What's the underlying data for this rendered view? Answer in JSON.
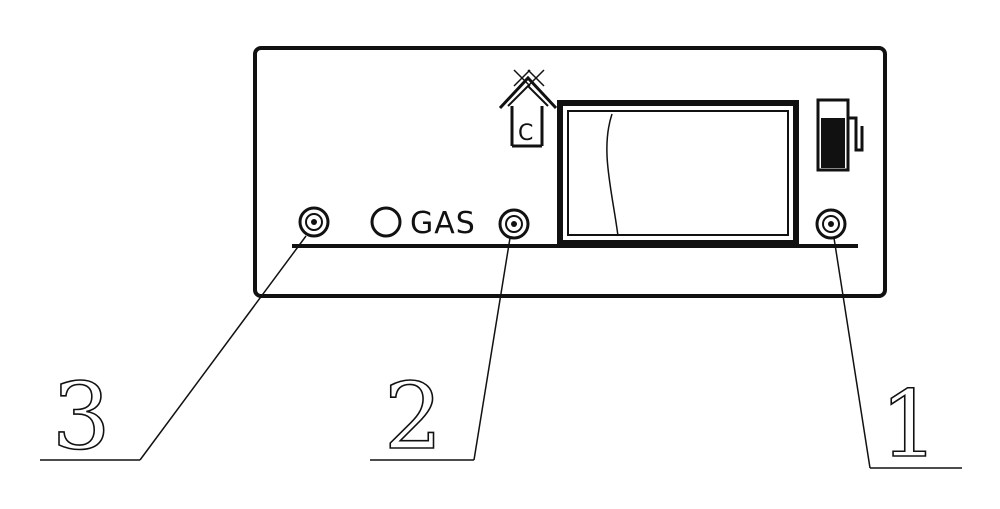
{
  "panel": {
    "gas_label": "GAS",
    "house_symbol_letter": "C"
  },
  "callouts": [
    {
      "id": "1",
      "label": "1"
    },
    {
      "id": "2",
      "label": "2"
    },
    {
      "id": "3",
      "label": "3"
    }
  ],
  "colors": {
    "line": "#111111",
    "background": "#ffffff"
  },
  "icons": {
    "fuel": "fuel-pump-icon",
    "house": "house-c-icon",
    "connector": "round-connector-icon"
  }
}
